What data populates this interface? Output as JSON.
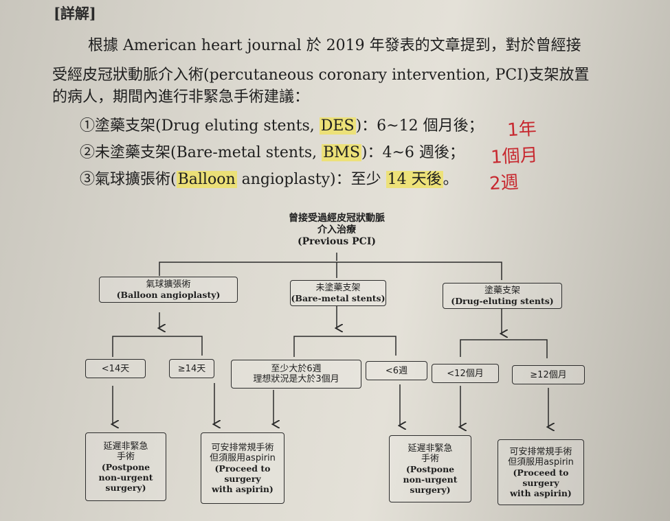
{
  "header": {
    "tag": "[詳解]"
  },
  "paragraph": {
    "line1": "根據 American heart journal 於 2019 年發表的文章提到，對於曾經接",
    "line2": "受經皮冠狀動脈介入術(percutaneous coronary intervention, PCI)支架放置",
    "line3": "的病人，期間內進行非緊急手術建議："
  },
  "items": [
    {
      "prefix": "①塗藥支架(Drug eluting stents, ",
      "highlight": "DES",
      "suffix": ")：6~12 個月後；",
      "note": "1年"
    },
    {
      "prefix": "②未塗藥支架(Bare-metal stents, ",
      "highlight": "BMS",
      "suffix": ")：4~6 週後；",
      "note": "1個月"
    },
    {
      "prefix": "③氣球擴張術(",
      "highlight": "Balloon",
      "mid": " angioplasty)：至少 ",
      "highlight2": "14 天後",
      "suffix": "。",
      "note": "2週"
    }
  ],
  "flowchart": {
    "root": {
      "zh1": "曾接受過經皮冠狀動脈",
      "zh2": "介入治療",
      "en": "(Previous PCI)"
    },
    "balloon": {
      "zh": "氣球擴張術",
      "en": "(Balloon angioplasty)"
    },
    "bms": {
      "zh": "未塗藥支架",
      "en": "(Bare-metal stents)"
    },
    "des": {
      "zh": "塗藥支架",
      "en": "(Drug-eluting stents)"
    },
    "lt14": "<14天",
    "ge14": "≥14天",
    "min6w": {
      "l1": "至少大於6週",
      "l2": "理想狀況是大於3個月"
    },
    "lt6w": "<6週",
    "lt12m": "<12個月",
    "ge12m": "≥12個月",
    "postpone": {
      "zh1": "延遲非緊急",
      "zh2": "手術",
      "en1": "(Postpone",
      "en2": "non-urgent",
      "en3": "surgery)"
    },
    "proceed": {
      "zh1": "可安排常規手術",
      "zh2": "但須服用aspirin",
      "en1": "(Proceed to",
      "en2": "surgery",
      "en3": "with aspirin)"
    }
  }
}
